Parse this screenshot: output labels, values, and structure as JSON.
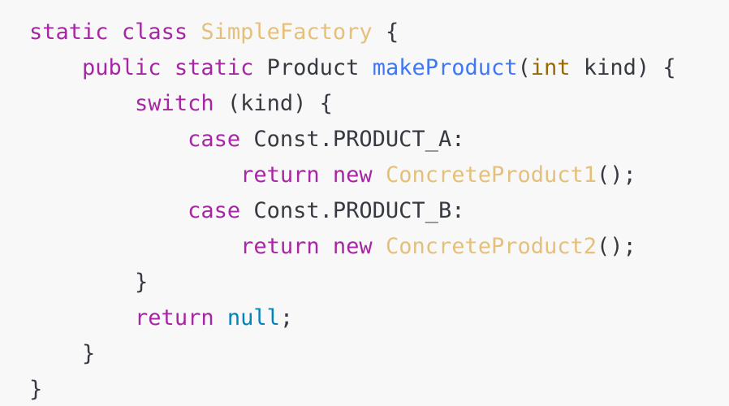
{
  "colors": {
    "background": "#f8f8f8",
    "keyword": "#a626a4",
    "class_name": "#e5c07b",
    "function_name": "#4078f2",
    "type": "#986801",
    "literal": "#0184bc",
    "plain": "#383a42"
  },
  "code": {
    "lines": [
      {
        "indent": 0,
        "tokens": [
          {
            "t": "kw",
            "v": "static"
          },
          {
            "t": "pl",
            "v": " "
          },
          {
            "t": "kw",
            "v": "class"
          },
          {
            "t": "pl",
            "v": " "
          },
          {
            "t": "cls",
            "v": "SimpleFactory"
          },
          {
            "t": "pl",
            "v": " {"
          }
        ]
      },
      {
        "indent": 1,
        "tokens": [
          {
            "t": "kw",
            "v": "public"
          },
          {
            "t": "pl",
            "v": " "
          },
          {
            "t": "kw",
            "v": "static"
          },
          {
            "t": "pl",
            "v": " Product "
          },
          {
            "t": "fn",
            "v": "makeProduct"
          },
          {
            "t": "pl",
            "v": "("
          },
          {
            "t": "ty",
            "v": "int"
          },
          {
            "t": "pl",
            "v": " kind) {"
          }
        ]
      },
      {
        "indent": 2,
        "tokens": [
          {
            "t": "kw",
            "v": "switch"
          },
          {
            "t": "pl",
            "v": " (kind) {"
          }
        ]
      },
      {
        "indent": 3,
        "tokens": [
          {
            "t": "kw",
            "v": "case"
          },
          {
            "t": "pl",
            "v": " Const.PRODUCT_A:"
          }
        ]
      },
      {
        "indent": 4,
        "tokens": [
          {
            "t": "kw",
            "v": "return"
          },
          {
            "t": "pl",
            "v": " "
          },
          {
            "t": "kw",
            "v": "new"
          },
          {
            "t": "pl",
            "v": " "
          },
          {
            "t": "cls",
            "v": "ConcreteProduct1"
          },
          {
            "t": "pl",
            "v": "();"
          }
        ]
      },
      {
        "indent": 3,
        "tokens": [
          {
            "t": "kw",
            "v": "case"
          },
          {
            "t": "pl",
            "v": " Const.PRODUCT_B:"
          }
        ]
      },
      {
        "indent": 4,
        "tokens": [
          {
            "t": "kw",
            "v": "return"
          },
          {
            "t": "pl",
            "v": " "
          },
          {
            "t": "kw",
            "v": "new"
          },
          {
            "t": "pl",
            "v": " "
          },
          {
            "t": "cls",
            "v": "ConcreteProduct2"
          },
          {
            "t": "pl",
            "v": "();"
          }
        ]
      },
      {
        "indent": 2,
        "tokens": [
          {
            "t": "pl",
            "v": "}"
          }
        ]
      },
      {
        "indent": 2,
        "tokens": [
          {
            "t": "kw",
            "v": "return"
          },
          {
            "t": "pl",
            "v": " "
          },
          {
            "t": "nl",
            "v": "null"
          },
          {
            "t": "pl",
            "v": ";"
          }
        ]
      },
      {
        "indent": 1,
        "tokens": [
          {
            "t": "pl",
            "v": "}"
          }
        ]
      },
      {
        "indent": 0,
        "tokens": [
          {
            "t": "pl",
            "v": "}"
          }
        ]
      }
    ]
  }
}
